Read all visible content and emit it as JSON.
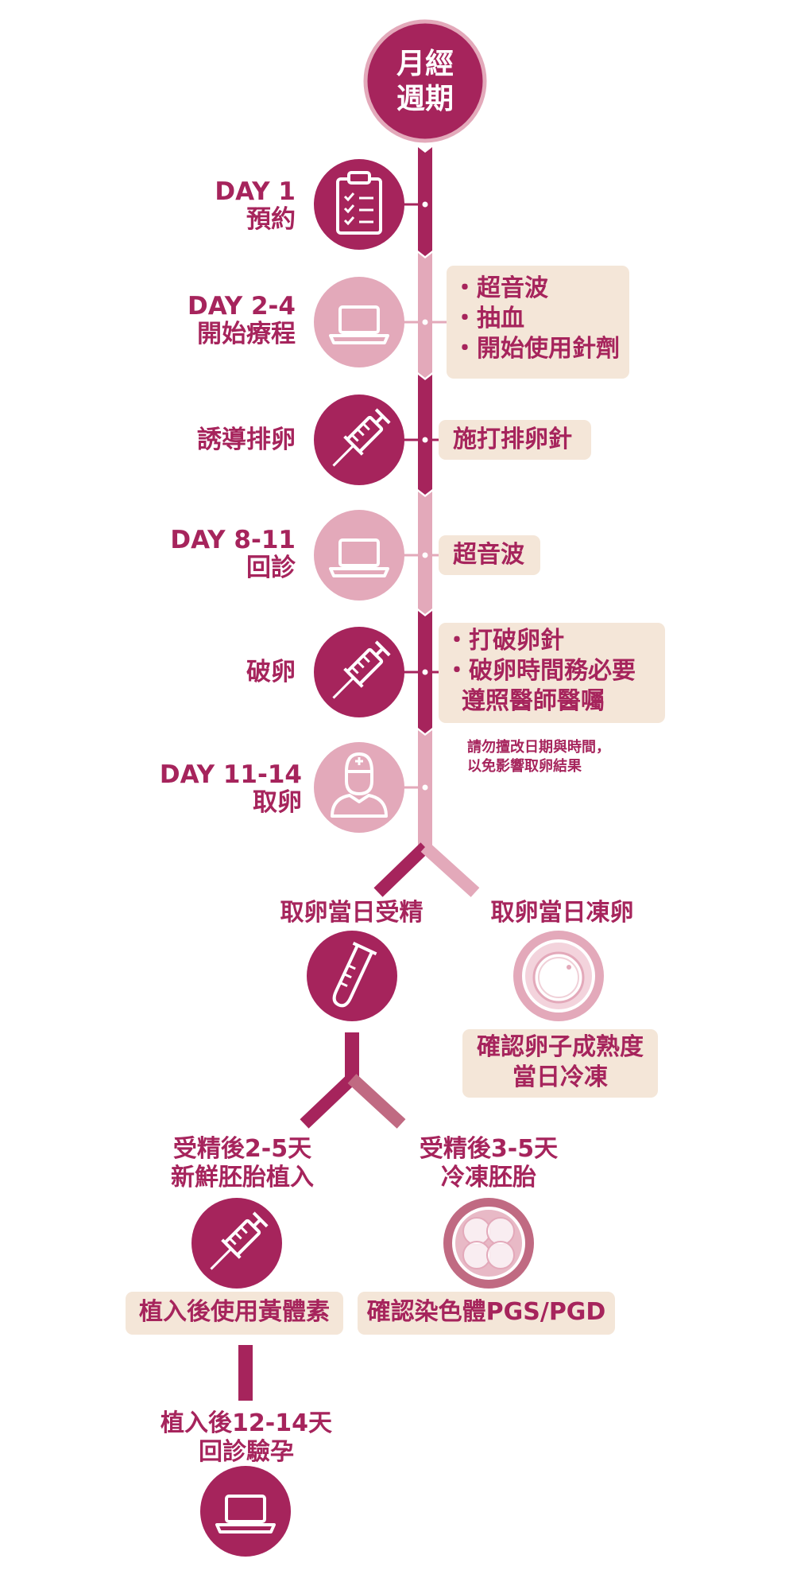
{
  "start": {
    "line1": "月經",
    "line2": "週期"
  },
  "steps": [
    {
      "title": "DAY 1",
      "subtitle": "預約",
      "icon": "clipboard-icon"
    },
    {
      "title": "DAY 2-4",
      "subtitle": "開始療程",
      "icon": "laptop-icon"
    },
    {
      "title": "誘導排卵",
      "subtitle": "",
      "icon": "syringe-icon"
    },
    {
      "title": "DAY 8-11",
      "subtitle": "回診",
      "icon": "laptop-icon"
    },
    {
      "title": "破卵",
      "subtitle": "",
      "icon": "syringe-icon"
    },
    {
      "title": "DAY 11-14",
      "subtitle": "取卵",
      "icon": "doctor-icon"
    }
  ],
  "notes": {
    "day2": [
      "・超音波",
      "・抽血",
      "・開始使用針劑"
    ],
    "induce": "施打排卵針",
    "day8": "超音波",
    "trigger": [
      "・打破卵針",
      "・破卵時間務必要",
      "  遵照醫師醫囑"
    ],
    "warning": [
      "請勿擅改日期與時間，",
      "以免影響取卵結果"
    ]
  },
  "branch1": {
    "left": {
      "title": "取卵當日受精",
      "icon": "test-tube-icon"
    },
    "right": {
      "title": "取卵當日凍卵",
      "icon": "egg-cell-icon",
      "box": [
        "確認卵子成熟度",
        "當日冷凍"
      ]
    }
  },
  "branch2": {
    "left": {
      "title": [
        "受精後2-5天",
        "新鮮胚胎植入"
      ],
      "icon": "syringe-icon",
      "box": "植入後使用黃體素"
    },
    "right": {
      "title": [
        "受精後3-5天",
        "冷凍胚胎"
      ],
      "icon": "embryo-icon",
      "box": "確認染色體PGS/PGD"
    }
  },
  "final": {
    "title": [
      "植入後12-14天",
      "回診驗孕"
    ],
    "icon": "laptop-icon"
  },
  "colors": {
    "primary": "#a6245c",
    "light": "#e3a9ba",
    "box": "#f4e6d8",
    "accent": "#c06a82"
  }
}
